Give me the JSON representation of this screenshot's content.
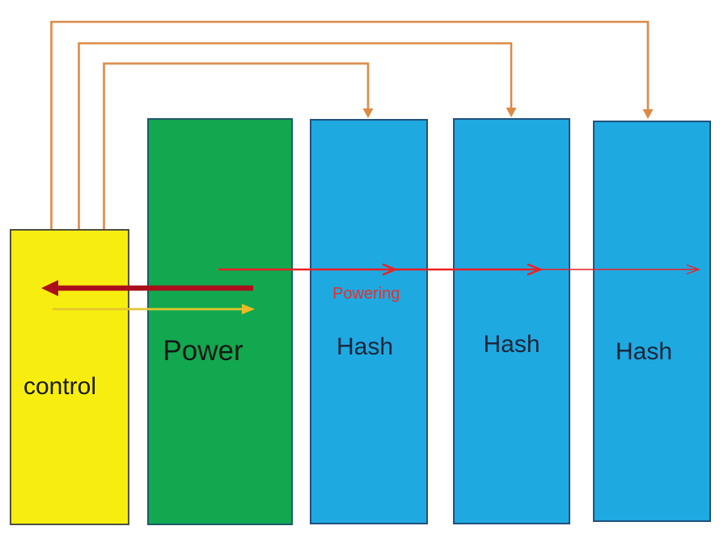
{
  "diagram": {
    "control": {
      "label": "control",
      "fill": "#f7ee0f",
      "border": "#50503e",
      "text_color": "#161616"
    },
    "power": {
      "label": "Power",
      "fill": "#12a84f",
      "border": "#1f5a68",
      "text_color": "#161616"
    },
    "hash": {
      "labels": [
        "Hash",
        "Hash",
        "Hash"
      ],
      "fill": "#1ea9e1",
      "border": "#20517e",
      "text_color": "#1b2438"
    },
    "arrows": {
      "powering_label": "Powering",
      "signal_color": "#dc8a45",
      "powering_color": "#ed2024",
      "powering_label_color": "#ed2c26",
      "feedback_color": "#ab0f1b",
      "aux_line_color": "#e4c52f",
      "aux_head_color": "#efb824"
    }
  }
}
